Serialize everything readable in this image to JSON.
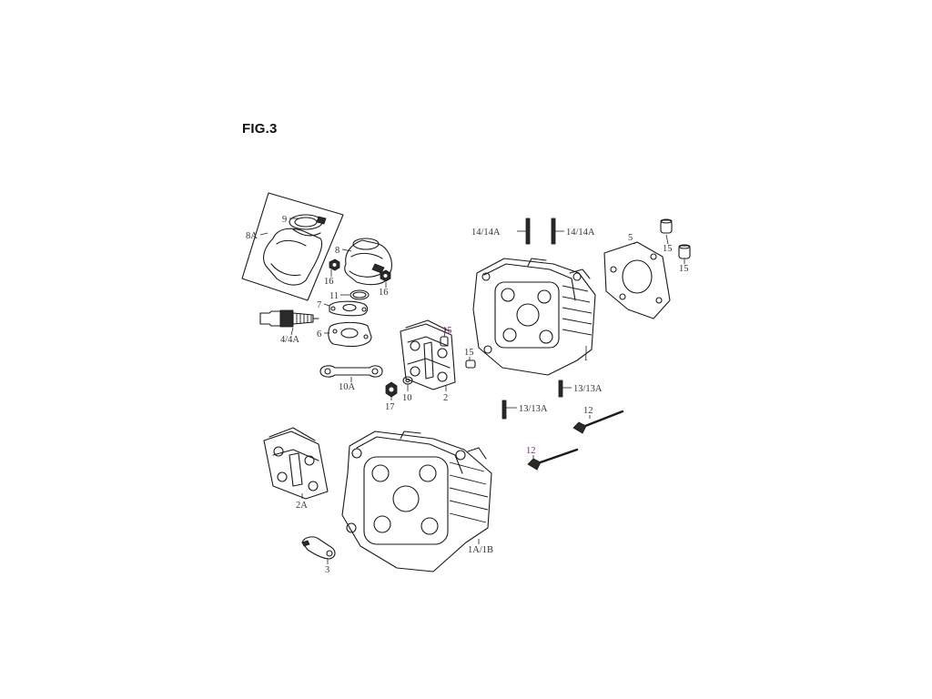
{
  "figure": {
    "title": "FIG.3"
  },
  "callouts": [
    {
      "id": "c-14a-left",
      "text": "14/14A"
    },
    {
      "id": "c-14a-right",
      "text": "14/14A"
    },
    {
      "id": "c-5",
      "text": "5"
    },
    {
      "id": "c-15-a",
      "text": "15"
    },
    {
      "id": "c-15-b",
      "text": "15"
    },
    {
      "id": "c-9",
      "text": "9"
    },
    {
      "id": "c-8a",
      "text": "8A"
    },
    {
      "id": "c-8",
      "text": "8"
    },
    {
      "id": "c-16-left",
      "text": "16"
    },
    {
      "id": "c-16-right",
      "text": "16"
    },
    {
      "id": "c-11",
      "text": "11"
    },
    {
      "id": "c-7",
      "text": "7"
    },
    {
      "id": "c-6",
      "text": "6"
    },
    {
      "id": "c-4-4a",
      "text": "4/4A"
    },
    {
      "id": "c-15-c",
      "text": "15"
    },
    {
      "id": "c-15-d",
      "text": "15"
    },
    {
      "id": "c-1",
      "text": "1"
    },
    {
      "id": "c-10a",
      "text": "10A"
    },
    {
      "id": "c-17",
      "text": "17"
    },
    {
      "id": "c-10",
      "text": "10"
    },
    {
      "id": "c-2",
      "text": "2"
    },
    {
      "id": "c-13a-right",
      "text": "13/13A"
    },
    {
      "id": "c-13a-left",
      "text": "13/13A"
    },
    {
      "id": "c-12-right",
      "text": "12"
    },
    {
      "id": "c-12-left",
      "text": "12"
    },
    {
      "id": "c-2a",
      "text": "2A"
    },
    {
      "id": "c-1a-1b",
      "text": "1A/1B"
    },
    {
      "id": "c-3",
      "text": "3"
    }
  ]
}
